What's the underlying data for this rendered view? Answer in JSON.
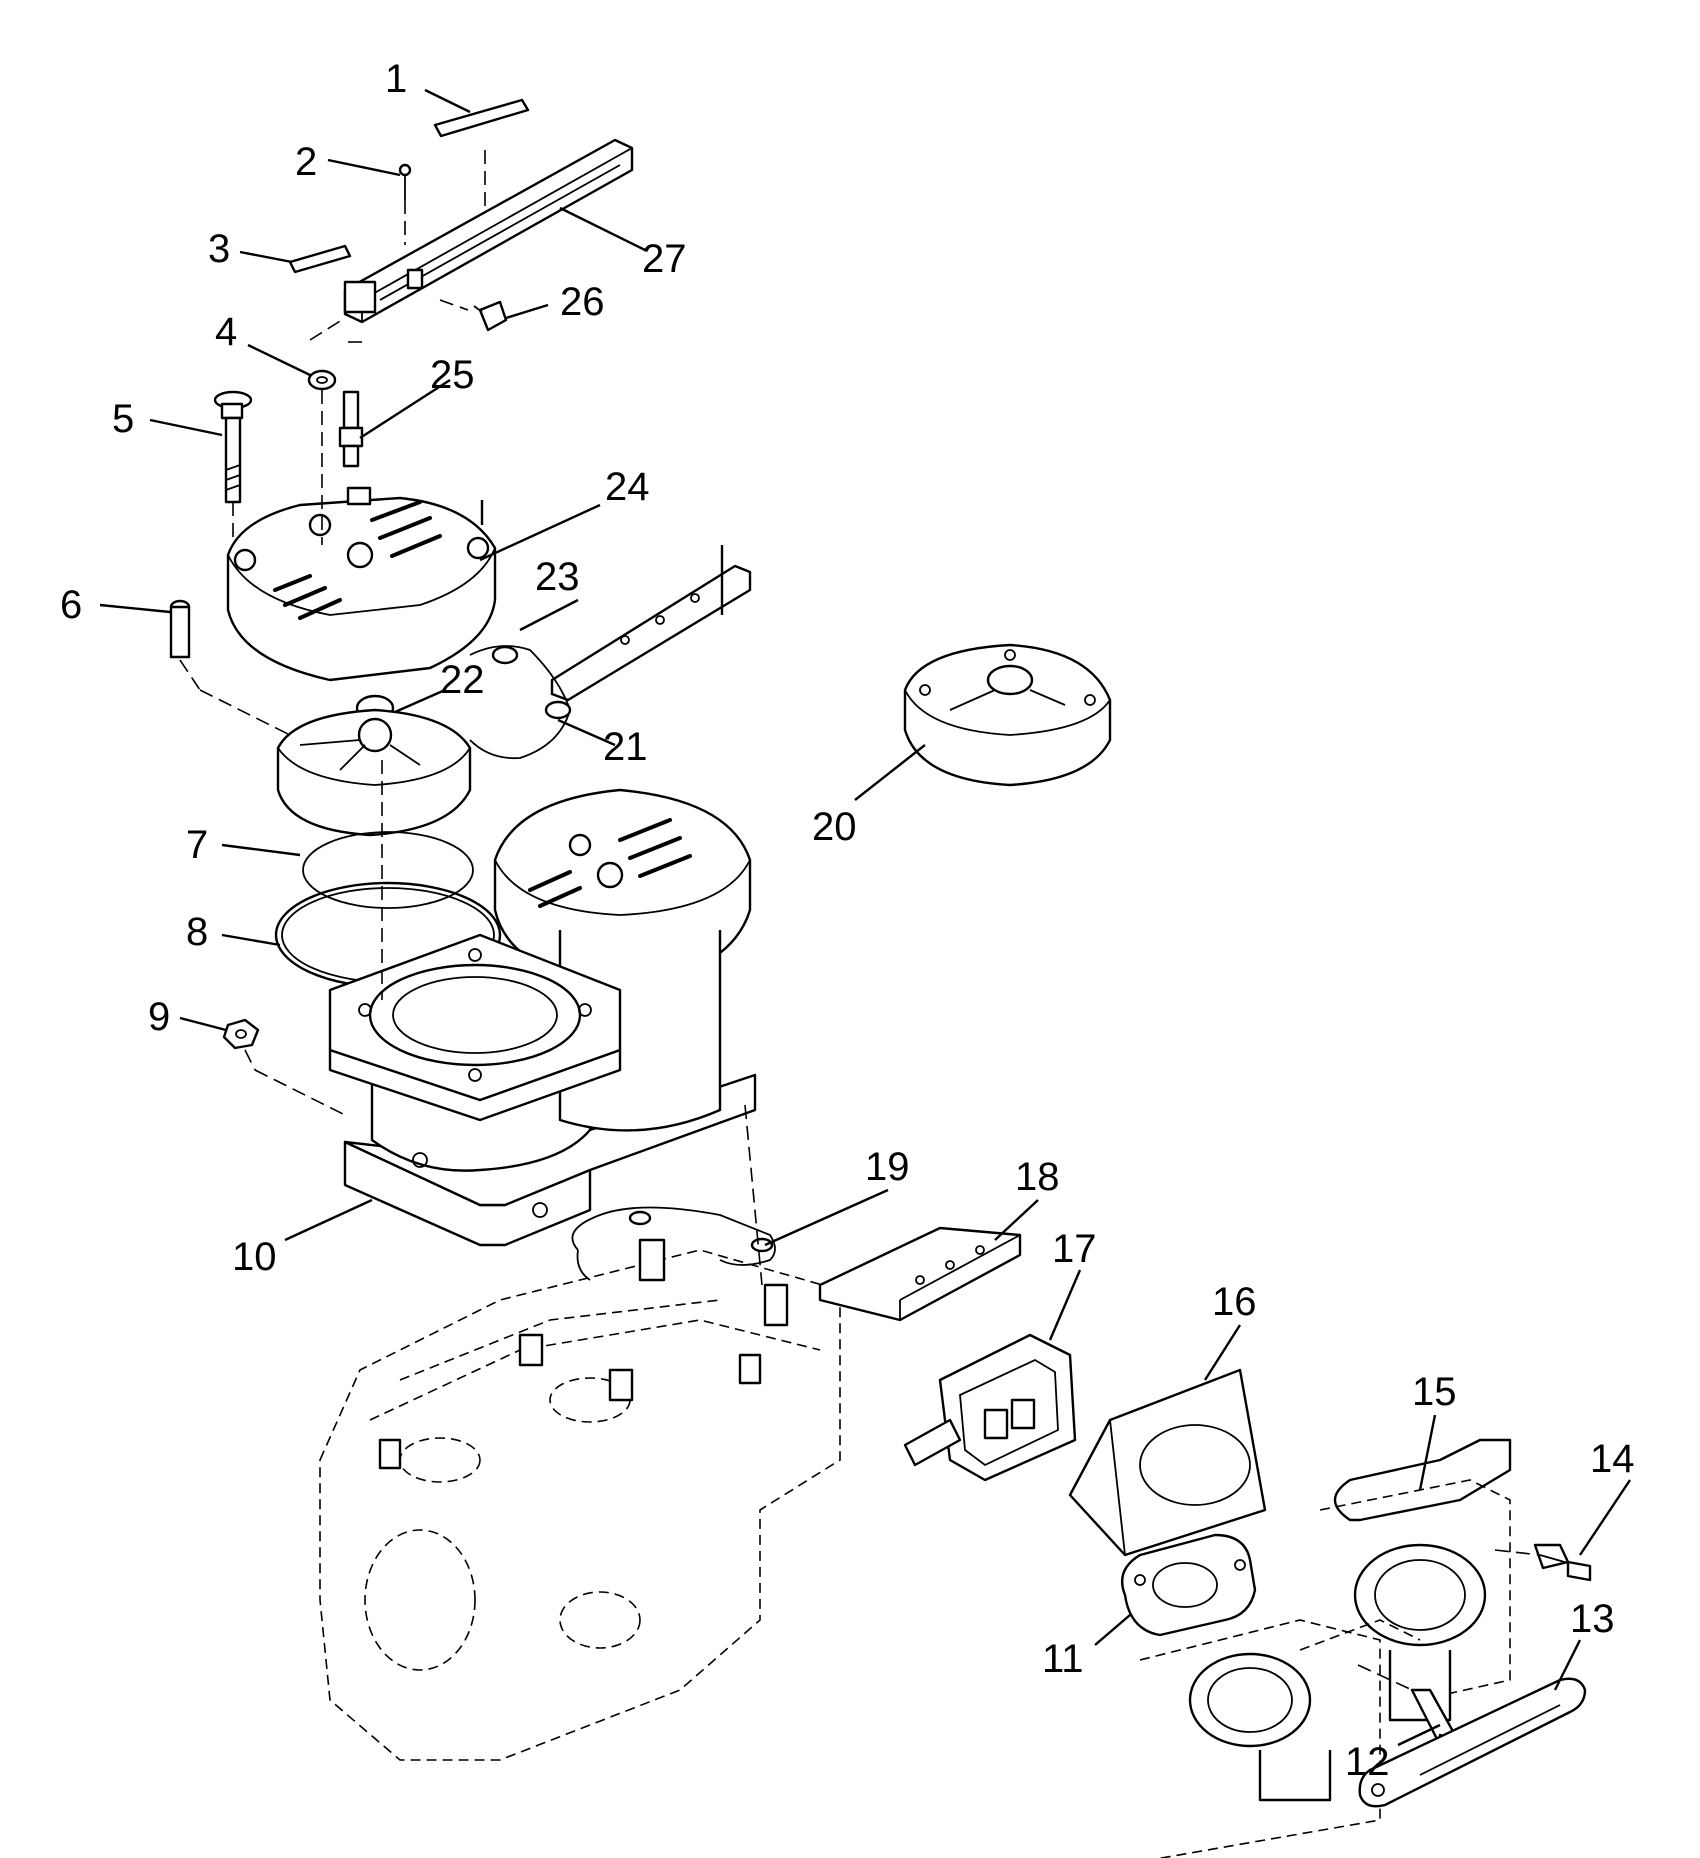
{
  "diagram": {
    "colors": {
      "line": "#000000",
      "background": "#ffffff"
    },
    "callouts": [
      {
        "id": "1",
        "label": "1"
      },
      {
        "id": "2",
        "label": "2"
      },
      {
        "id": "3",
        "label": "3"
      },
      {
        "id": "4",
        "label": "4"
      },
      {
        "id": "5",
        "label": "5"
      },
      {
        "id": "6",
        "label": "6"
      },
      {
        "id": "7",
        "label": "7"
      },
      {
        "id": "8",
        "label": "8"
      },
      {
        "id": "9",
        "label": "9"
      },
      {
        "id": "10",
        "label": "10"
      },
      {
        "id": "11",
        "label": "11"
      },
      {
        "id": "12",
        "label": "12"
      },
      {
        "id": "13",
        "label": "13"
      },
      {
        "id": "14",
        "label": "14"
      },
      {
        "id": "15",
        "label": "15"
      },
      {
        "id": "16",
        "label": "16"
      },
      {
        "id": "17",
        "label": "17"
      },
      {
        "id": "18",
        "label": "18"
      },
      {
        "id": "19",
        "label": "19"
      },
      {
        "id": "20",
        "label": "20"
      },
      {
        "id": "21",
        "label": "21"
      },
      {
        "id": "22",
        "label": "22"
      },
      {
        "id": "23",
        "label": "23"
      },
      {
        "id": "24",
        "label": "24"
      },
      {
        "id": "25",
        "label": "25"
      },
      {
        "id": "26",
        "label": "26"
      },
      {
        "id": "27",
        "label": "27"
      }
    ]
  }
}
